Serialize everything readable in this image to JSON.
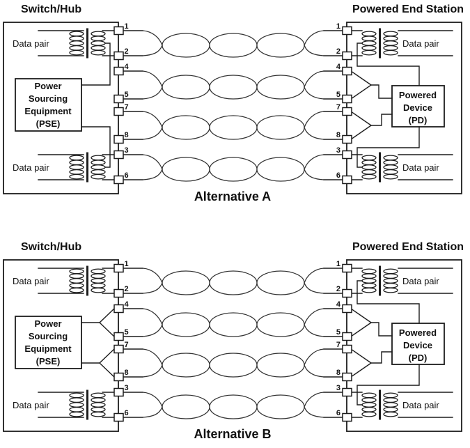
{
  "figure": {
    "background": "#ffffff",
    "line_color": "#1c1c1c",
    "diagrams": [
      {
        "caption": "Alternative A",
        "title_left": "Switch/Hub",
        "title_right": "Powered End Station",
        "data_pair_label": "Data pair",
        "pins": [
          "1",
          "2",
          "4",
          "5",
          "7",
          "8",
          "3",
          "6"
        ],
        "pse": {
          "lines": [
            "Power",
            "Sourcing",
            "Equipment",
            "(PSE)"
          ]
        },
        "pd": {
          "lines": [
            "Powered",
            "Device",
            "(PD)"
          ]
        },
        "pse_wiring": "center-tap"
      },
      {
        "caption": "Alternative B",
        "title_left": "Switch/Hub",
        "title_right": "Powered End Station",
        "data_pair_label": "Data pair",
        "pins": [
          "1",
          "2",
          "4",
          "5",
          "7",
          "8",
          "3",
          "6"
        ],
        "pse": {
          "lines": [
            "Power",
            "Sourcing",
            "Equipment",
            "(PSE)"
          ]
        },
        "pd": {
          "lines": [
            "Powered",
            "Device",
            "(PD)"
          ]
        },
        "pse_wiring": "spare-pair"
      }
    ]
  }
}
